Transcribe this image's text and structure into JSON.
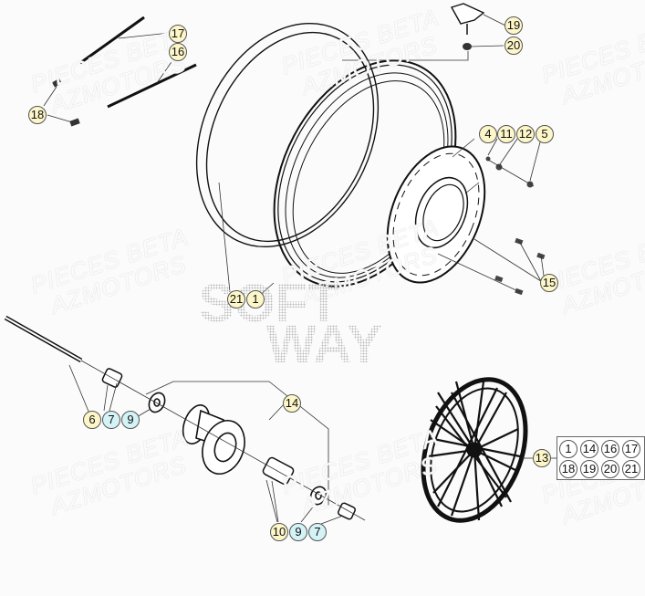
{
  "diagram": {
    "subject": "Front wheel exploded parts diagram",
    "watermark_lines": [
      "PIECES BETA",
      "AZMOTORS"
    ],
    "background_logo": [
      "SOFT",
      "WAY"
    ],
    "colors": {
      "background": "#fbfbfb",
      "line": "#222222",
      "callout_yellow": "#fdf6c8",
      "callout_blue": "#d4f3f6",
      "callout_white": "#ffffff"
    },
    "callouts": [
      {
        "id": "17",
        "label": "17",
        "color": "yellow",
        "part": "spoke"
      },
      {
        "id": "16",
        "label": "16",
        "color": "yellow",
        "part": "spoke"
      },
      {
        "id": "18",
        "label": "18",
        "color": "yellow",
        "part": "spoke nipple"
      },
      {
        "id": "19",
        "label": "19",
        "color": "yellow",
        "part": "rim lock"
      },
      {
        "id": "20",
        "label": "20",
        "color": "yellow",
        "part": "rim lock nut"
      },
      {
        "id": "4",
        "label": "4",
        "color": "yellow",
        "part": "brake disc"
      },
      {
        "id": "11",
        "label": "11",
        "color": "yellow",
        "part": "washer"
      },
      {
        "id": "12",
        "label": "12",
        "color": "yellow",
        "part": "washer"
      },
      {
        "id": "5",
        "label": "5",
        "color": "yellow",
        "part": "nut"
      },
      {
        "id": "15",
        "label": "15",
        "color": "yellow",
        "part": "disc screws"
      },
      {
        "id": "21",
        "label": "21",
        "color": "yellow",
        "part": "rim tape"
      },
      {
        "id": "1",
        "label": "1",
        "color": "yellow",
        "part": "rim"
      },
      {
        "id": "14",
        "label": "14",
        "color": "yellow",
        "part": "hub"
      },
      {
        "id": "6",
        "label": "6",
        "color": "yellow",
        "part": "axle"
      },
      {
        "id": "7a",
        "label": "7",
        "color": "blue",
        "part": "spacer"
      },
      {
        "id": "9a",
        "label": "9",
        "color": "blue",
        "part": "bearing"
      },
      {
        "id": "10",
        "label": "10",
        "color": "yellow",
        "part": "hub spacer"
      },
      {
        "id": "9b",
        "label": "9",
        "color": "blue",
        "part": "bearing"
      },
      {
        "id": "7b",
        "label": "7",
        "color": "blue",
        "part": "spacer"
      },
      {
        "id": "13",
        "label": "13",
        "color": "yellow",
        "part": "complete wheel"
      }
    ],
    "kit_13_contents": [
      "1",
      "14",
      "16",
      "17",
      "18",
      "19",
      "20",
      "21"
    ]
  }
}
